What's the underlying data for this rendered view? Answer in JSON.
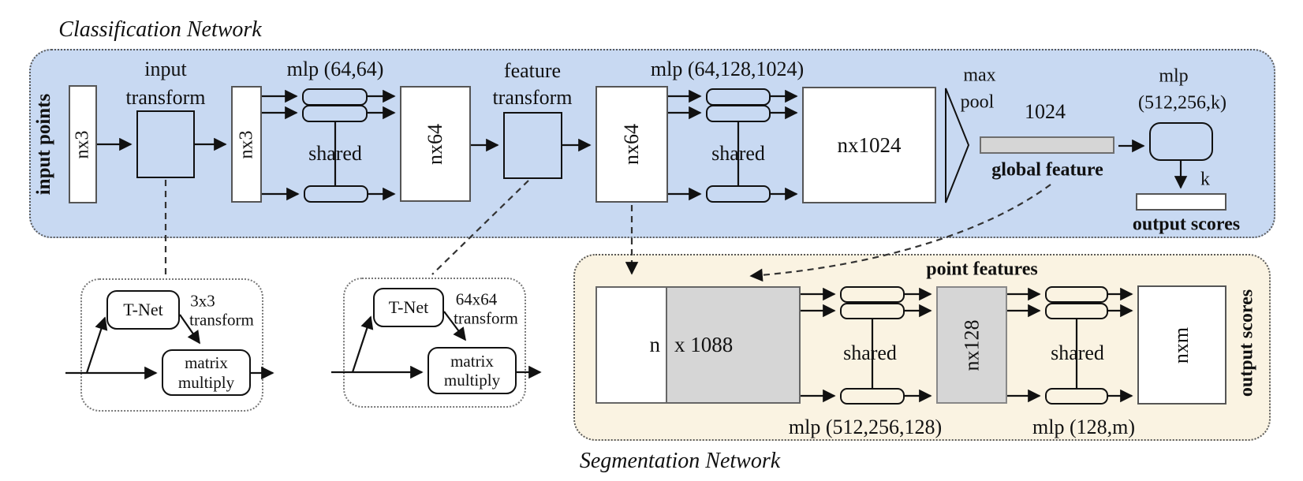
{
  "colors": {
    "classification_bg": "#c8d9f2",
    "segmentation_bg": "#faf3e2",
    "gray_fill": "#d6d6d6",
    "box_white": "#ffffff",
    "line": "#111111"
  },
  "classification": {
    "title": "Classification Network",
    "input_points_label": "input points",
    "nx3_a": "nx3",
    "input_transform": [
      "input",
      "transform"
    ],
    "nx3_b": "nx3",
    "mlp1_label": "mlp (64,64)",
    "shared1_label": "shared",
    "nx64_a": "nx64",
    "feature_transform": [
      "feature",
      "transform"
    ],
    "nx64_b": "nx64",
    "mlp2_label": "mlp (64,128,1024)",
    "shared2_label": "shared",
    "nx1024_label": "nx1024",
    "max_pool": [
      "max",
      "pool"
    ],
    "bar_size_label": "1024",
    "global_feature_label": "global feature",
    "mlp3_label": [
      "mlp",
      "(512,256,k)"
    ],
    "k_label": "k",
    "output_scores_label": "output scores"
  },
  "tnet1": {
    "box_label": "T-Net",
    "transform_label": [
      "3x3",
      "transform"
    ],
    "matrix_label": [
      "matrix",
      "multiply"
    ]
  },
  "tnet2": {
    "box_label": "T-Net",
    "transform_label": [
      "64x64",
      "transform"
    ],
    "matrix_label": [
      "matrix",
      "multiply"
    ]
  },
  "segmentation": {
    "title": "Segmentation Network",
    "point_features_label": "point features",
    "n_label": "n",
    "x1088_label": "x 1088",
    "shared1_label": "shared",
    "mlp1_label": "mlp (512,256,128)",
    "nx128_label": "nx128",
    "shared2_label": "shared",
    "mlp2_label": "mlp (128,m)",
    "nxm_label": "nxm",
    "output_scores_label": "output scores"
  }
}
